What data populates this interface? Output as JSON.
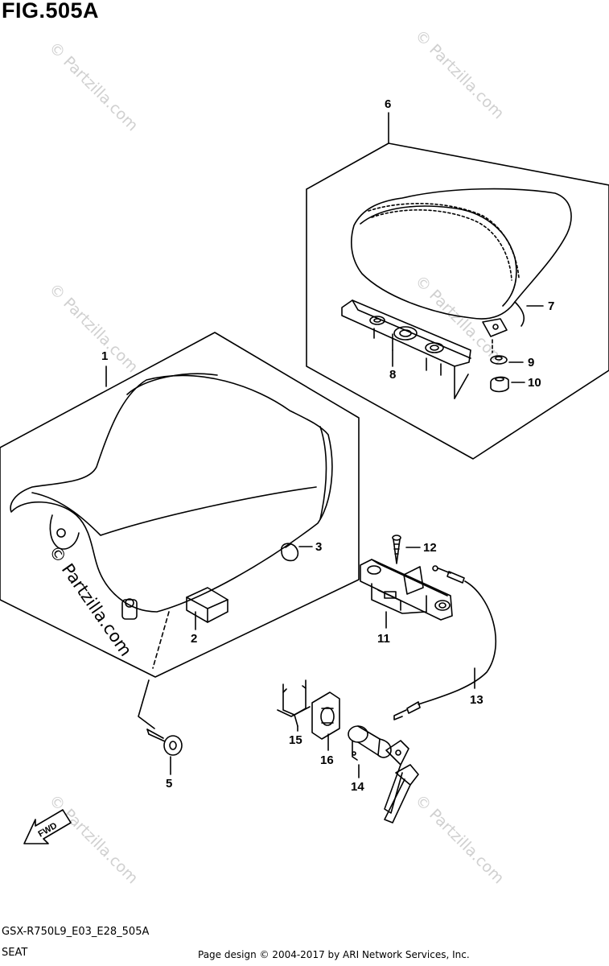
{
  "figure": {
    "title": "FIG.505A",
    "code": "GSX-R750L9_E03_E28_505A",
    "name": "SEAT"
  },
  "copyright": "Page design © 2004-2017 by ARI Network Services, Inc.",
  "watermark": "© Partzilla.com",
  "fwd_label": "FWD",
  "parts": [
    {
      "ref": "1",
      "part": "front-seat"
    },
    {
      "ref": "2",
      "part": "cushion-pad"
    },
    {
      "ref": "3",
      "part": "cushion"
    },
    {
      "ref": "5",
      "part": "bolt"
    },
    {
      "ref": "6",
      "part": "pillion-seat"
    },
    {
      "ref": "7",
      "part": "cushion"
    },
    {
      "ref": "8",
      "part": "bracket"
    },
    {
      "ref": "9",
      "part": "washer"
    },
    {
      "ref": "10",
      "part": "nut"
    },
    {
      "ref": "11",
      "part": "seat-lock"
    },
    {
      "ref": "12",
      "part": "screw"
    },
    {
      "ref": "13",
      "part": "seat-lock-cable"
    },
    {
      "ref": "14",
      "part": "seat-lock-cylinder"
    },
    {
      "ref": "15",
      "part": "clamp"
    },
    {
      "ref": "16",
      "part": "plate"
    }
  ]
}
